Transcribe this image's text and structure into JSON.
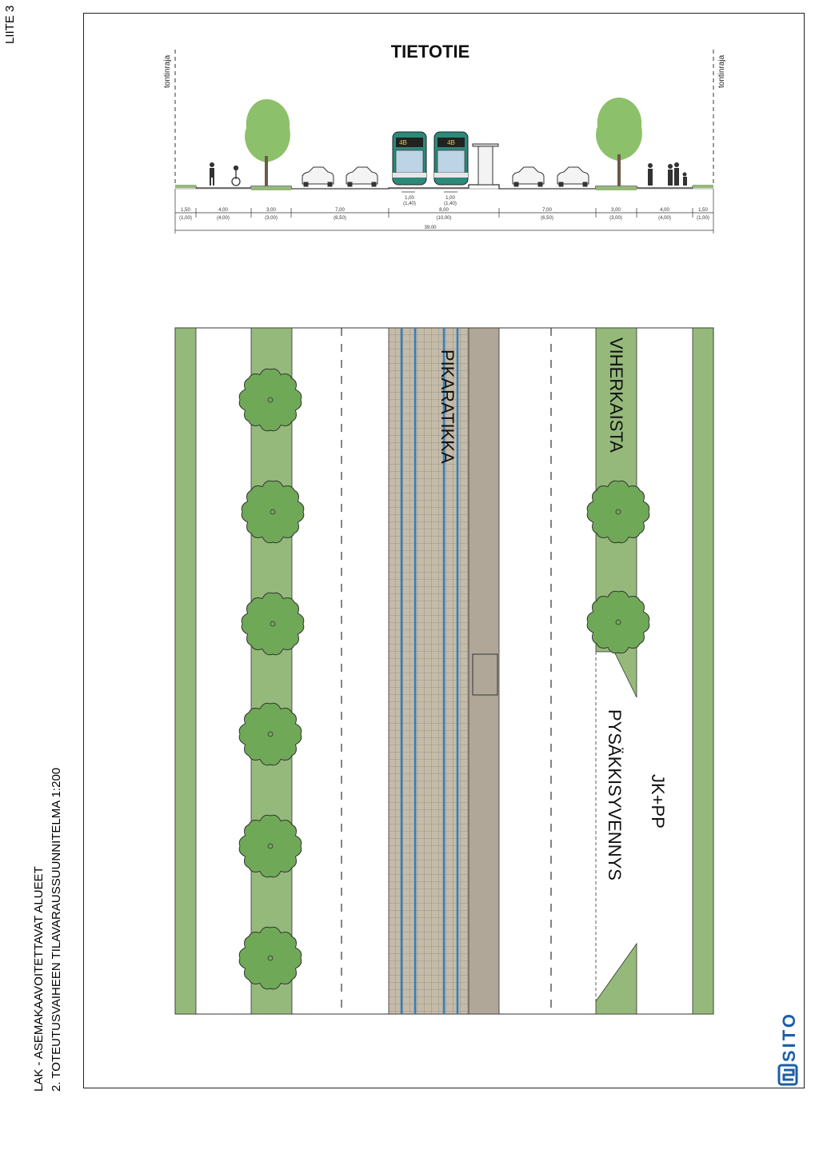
{
  "sheet_label": "LIITE 3",
  "title_line1": "LAK - ASEMAKAAVOITETTAVAT ALUEET",
  "title_line2": "2. TOTEUTUSVAIHEEN TILAVARAUSSUUNNITELMA 1:200",
  "logo": "SITO",
  "section": {
    "road_name": "TIETOTIE",
    "boundary_label": "tontinraja",
    "tram_sign": "4B",
    "dims_main": [
      "1,50",
      "4,00",
      "3,00",
      "7,00",
      "8,00",
      "7,00",
      "3,00",
      "4,00",
      "1,50"
    ],
    "dims_paren": [
      "(1,00)",
      "(4,00)",
      "(3,00)",
      "(6,50)",
      "(10,00)",
      "(6,50)",
      "(3,00)",
      "(4,00)",
      "(1,00)"
    ],
    "track_dims": [
      "1,00",
      "(1,40)",
      "1,00",
      "(1,40)"
    ],
    "total": "39,00"
  },
  "plan": {
    "label_tram": "PIKARATIKKA",
    "label_green": "VIHERKAISTA",
    "label_stop": "PYSÄKKISYVENNYS",
    "label_path": "JK+PP"
  },
  "colors": {
    "green_light": "#95b97a",
    "green_tree": "#6fa957",
    "track_bed": "#c5bba9",
    "platform": "#b0a799",
    "rail": "#2f7fc1"
  }
}
